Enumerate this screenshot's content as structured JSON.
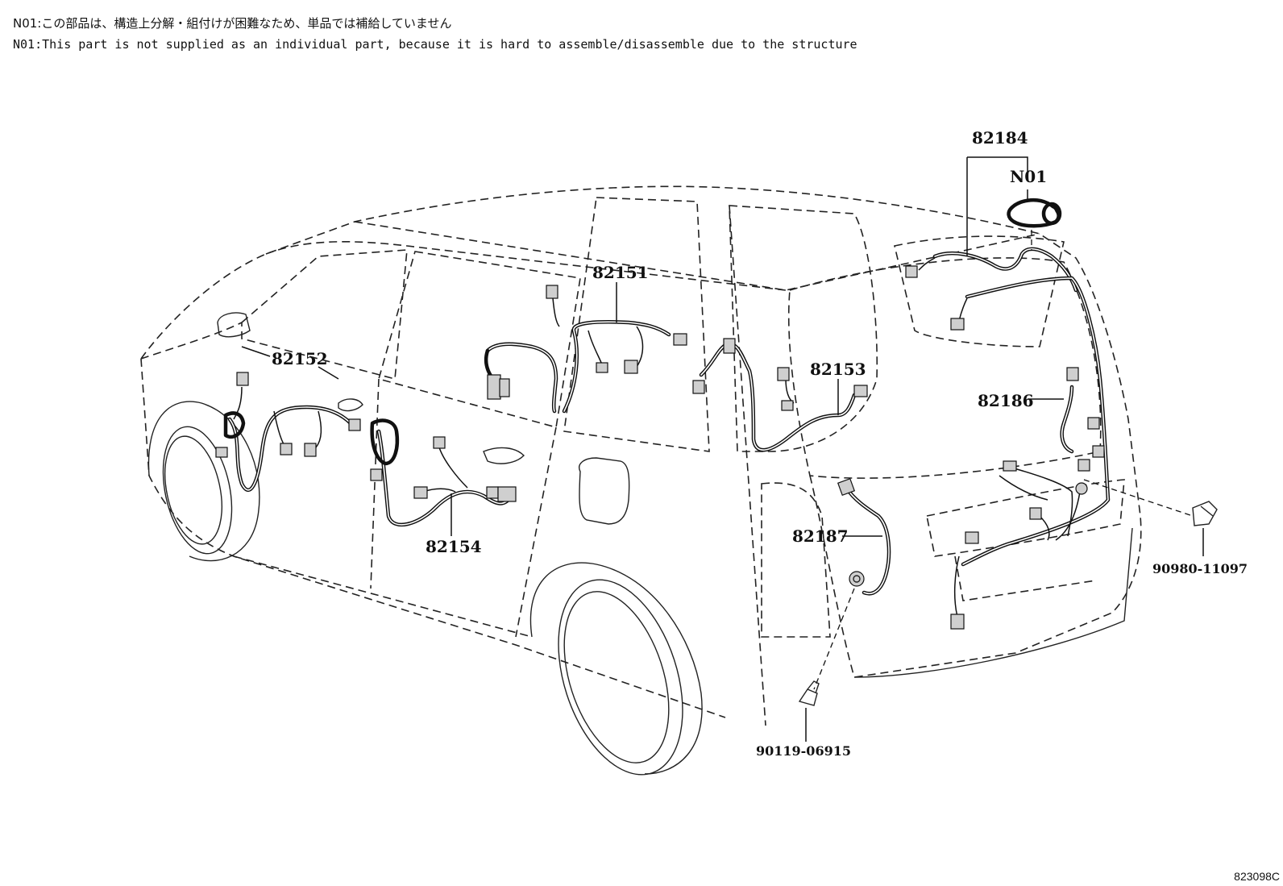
{
  "notes": {
    "jp": "N01:この部品は、構造上分解・組付けが困難なため、単品では補給していません",
    "en": "N01:This part is not supplied as an individual part, because it is hard to assemble/disassemble due to the structure"
  },
  "labels": {
    "p82184": "82184",
    "n01": "N01",
    "p82151": "82151",
    "p82152": "82152",
    "p82153": "82153",
    "p82186": "82186",
    "p82154": "82154",
    "p82187": "82187",
    "p90980": "90980-11097",
    "p90119": "90119-06915"
  },
  "illustration_code": "823098C"
}
